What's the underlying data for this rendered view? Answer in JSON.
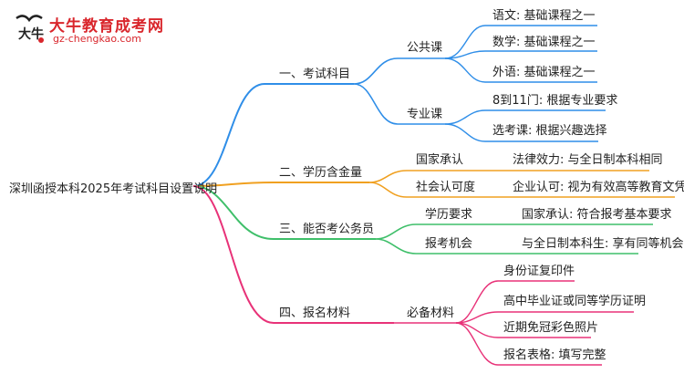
{
  "brand": {
    "name": "大牛教育成考网",
    "url": "gz-chengkao.com",
    "mark": "大牛"
  },
  "colors": {
    "blue": "#2f8ee8",
    "orange": "#f0a020",
    "green": "#3fbf6a",
    "pink": "#e83278",
    "brand_red": "#d9262c"
  },
  "root": "深圳函授本科2025年考试科目设置说明",
  "branches": {
    "b1": {
      "label": "一、考试科目",
      "public": {
        "label": "公共课",
        "items": [
          "语文: 基础课程之一",
          "数学: 基础课程之一",
          "外语: 基础课程之一"
        ]
      },
      "major": {
        "label": "专业课",
        "items": [
          "8到11门: 根据专业要求",
          "选考课: 根据兴趣选择"
        ]
      }
    },
    "b2": {
      "label": "二、学历含金量",
      "rows": [
        {
          "label": "国家承认",
          "detail": "法律效力: 与全日制本科相同"
        },
        {
          "label": "社会认可度",
          "detail": "企业认可: 视为有效高等教育文凭"
        }
      ]
    },
    "b3": {
      "label": "三、能否考公务员",
      "rows": [
        {
          "label": "学历要求",
          "detail": "国家承认: 符合报考基本要求"
        },
        {
          "label": "报考机会",
          "detail": "与全日制本科生: 享有同等机会"
        }
      ]
    },
    "b4": {
      "label": "四、报名材料",
      "sub": "必备材料",
      "items": [
        "身份证复印件",
        "高中毕业证或同等学历证明",
        "近期免冠彩色照片",
        "报名表格: 填写完整"
      ]
    }
  }
}
